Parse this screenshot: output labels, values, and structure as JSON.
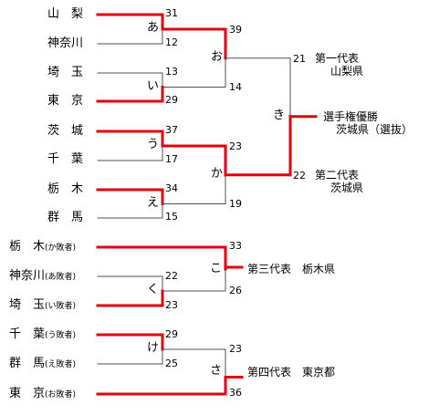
{
  "colors": {
    "winner": "#e0000e",
    "loser": "#505050",
    "text": "#000000"
  },
  "bracket1": {
    "teams": [
      {
        "name": "山　梨",
        "note": ""
      },
      {
        "name": "神奈川",
        "note": ""
      },
      {
        "name": "埼　玉",
        "note": ""
      },
      {
        "name": "東　京",
        "note": ""
      },
      {
        "name": "茨　城",
        "note": ""
      },
      {
        "name": "千　葉",
        "note": ""
      },
      {
        "name": "栃　木",
        "note": ""
      },
      {
        "name": "群　馬",
        "note": ""
      }
    ],
    "matches": [
      {
        "label": "あ",
        "top_score": "31",
        "bottom_score": "12",
        "winner": "top"
      },
      {
        "label": "い",
        "top_score": "13",
        "bottom_score": "29",
        "winner": "bottom"
      },
      {
        "label": "う",
        "top_score": "37",
        "bottom_score": "17",
        "winner": "top"
      },
      {
        "label": "え",
        "top_score": "34",
        "bottom_score": "15",
        "winner": "top"
      },
      {
        "label": "お",
        "top_score": "39",
        "bottom_score": "14",
        "winner": "top"
      },
      {
        "label": "か",
        "top_score": "23",
        "bottom_score": "19",
        "winner": "top"
      },
      {
        "label": "き",
        "top_score": "21",
        "bottom_score": "22",
        "winner": "bottom"
      }
    ],
    "reps": [
      {
        "line1": "第一代表",
        "line2": "山梨県"
      },
      {
        "line1": "選手権優勝",
        "line2": "茨城県（選抜）"
      },
      {
        "line1": "第二代表",
        "line2": "茨城県"
      }
    ]
  },
  "bracket2": {
    "teams": [
      {
        "name": "栃　木",
        "note": "(か敗者)"
      },
      {
        "name": "神奈川",
        "note": "(あ敗者)"
      },
      {
        "name": "埼　玉",
        "note": "(い敗者)"
      },
      {
        "name": "千　葉",
        "note": "(う敗者)"
      },
      {
        "name": "群　馬",
        "note": "(え敗者)"
      },
      {
        "name": "東　京",
        "note": "(お敗者)"
      }
    ],
    "matches": [
      {
        "label": "く",
        "top_score": "22",
        "bottom_score": "23",
        "winner": "bottom"
      },
      {
        "label": "け",
        "top_score": "29",
        "bottom_score": "25",
        "winner": "top"
      },
      {
        "label": "こ",
        "top_score": "33",
        "bottom_score": "26",
        "winner": "top"
      },
      {
        "label": "さ",
        "top_score": "23",
        "bottom_score": "36",
        "winner": "bottom"
      }
    ],
    "reps": [
      {
        "text": "第三代表　栃木県"
      },
      {
        "text": "第四代表　東京都"
      }
    ]
  }
}
